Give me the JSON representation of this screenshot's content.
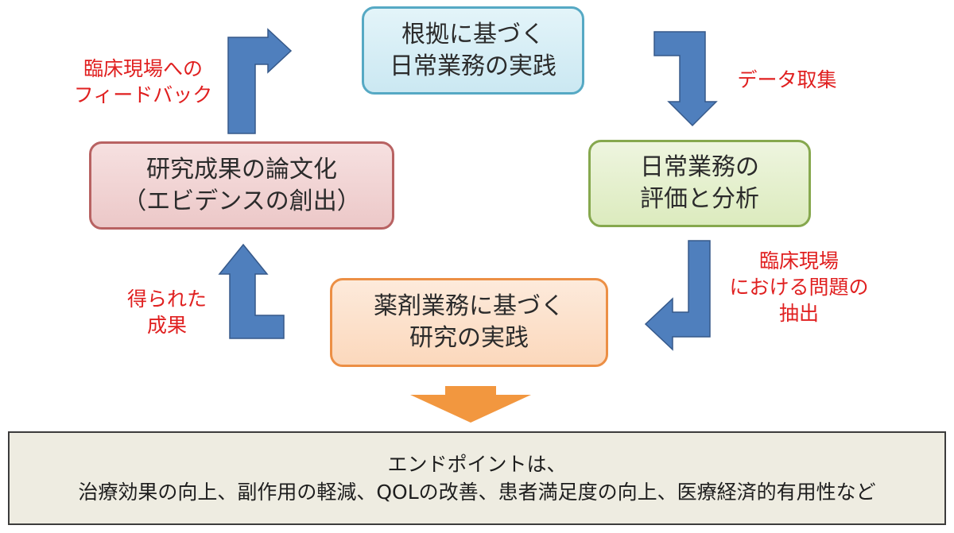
{
  "boxes": {
    "evidence_practice": {
      "lines": [
        "根拠に基づく",
        "日常業務の実践"
      ]
    },
    "daily_analysis": {
      "lines": [
        "日常業務の",
        "評価と分析"
      ]
    },
    "research_practice": {
      "lines": [
        "薬剤業務に基づく",
        "研究の実践"
      ]
    },
    "paper_writing": {
      "lines": [
        "研究成果の論文化",
        "（エビデンスの創出）"
      ]
    }
  },
  "labels": {
    "feedback": [
      "臨床現場への",
      "フィードバック"
    ],
    "data_collection": [
      "データ取集"
    ],
    "problem_extraction": [
      "臨床現場",
      "における問題の",
      "抽出"
    ],
    "results": [
      "得られた",
      "成果"
    ]
  },
  "endpoint": {
    "lines": [
      "エンドポイントは、",
      "治療効果の向上、副作用の軽減、QOLの改善、患者満足度の向上、医療経済的有用性など"
    ]
  },
  "colors": {
    "arrow_blue": "#4f7fbd",
    "arrow_outline": "#36598a",
    "down_arrow_orange": "#f2973f",
    "label_red": "#e02020"
  }
}
